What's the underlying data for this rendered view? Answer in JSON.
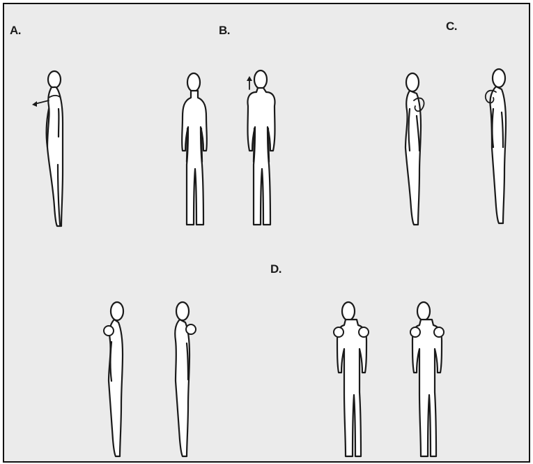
{
  "panels": [
    {
      "id": "A",
      "label": "A."
    },
    {
      "id": "B",
      "label": "B."
    },
    {
      "id": "C",
      "label": "C."
    },
    {
      "id": "D",
      "label": "D."
    }
  ],
  "figures": {
    "A": [
      {
        "view": "side",
        "movement": "shoulder-retraction-arrow"
      }
    ],
    "B": [
      {
        "view": "front",
        "movement": "neutral"
      },
      {
        "view": "front",
        "movement": "shoulder-elevation-arrow"
      }
    ],
    "C": [
      {
        "view": "side",
        "movement": "shoulder-roll-forward"
      },
      {
        "view": "side",
        "movement": "shoulder-roll-backward"
      }
    ],
    "D": [
      {
        "view": "side",
        "movement": "shoulder-circle"
      },
      {
        "view": "side",
        "movement": "shoulder-circle"
      },
      {
        "view": "front",
        "movement": "shoulder-circle"
      },
      {
        "view": "front",
        "movement": "shoulder-circle"
      }
    ]
  },
  "colors": {
    "background": "#ebebeb",
    "ink": "#1a1a1a",
    "border": "#111111"
  }
}
